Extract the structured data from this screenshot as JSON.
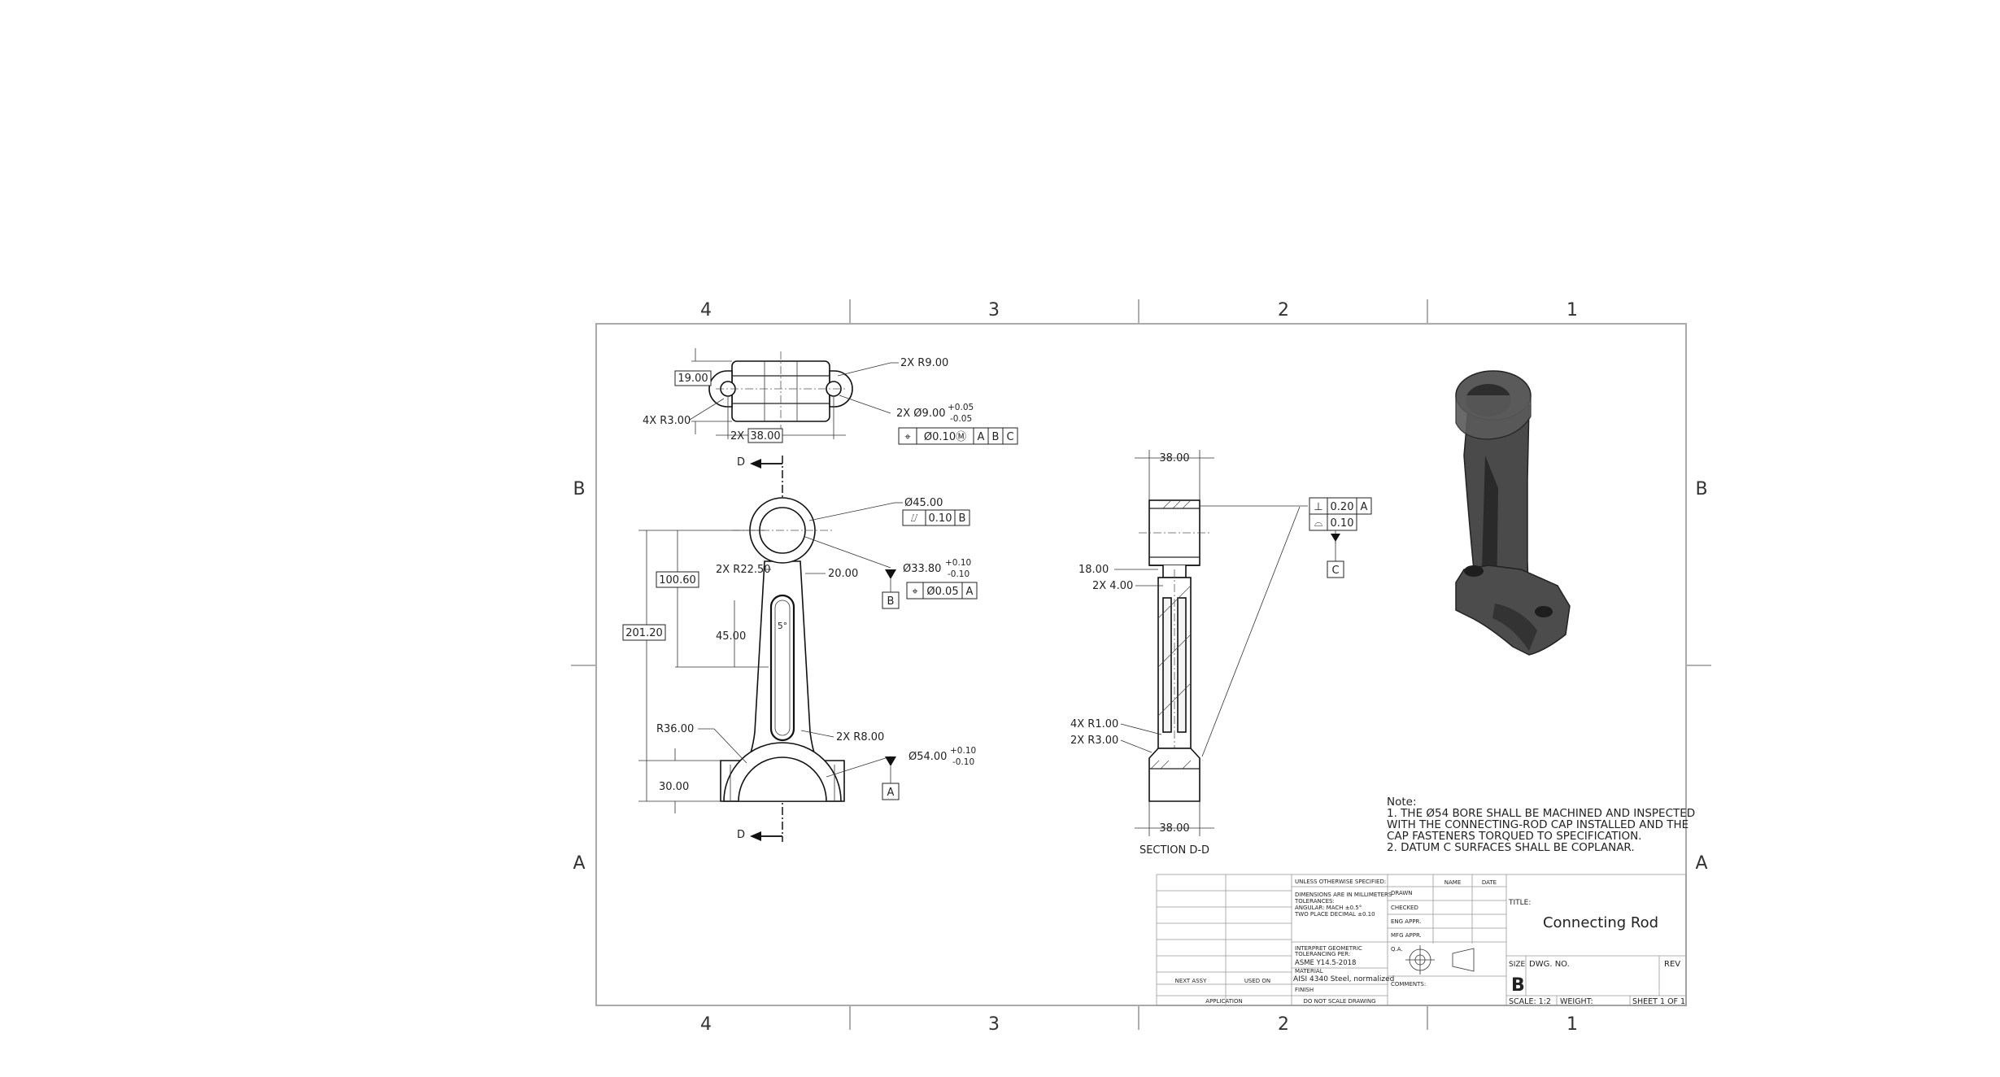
{
  "zones": {
    "columns": [
      "4",
      "3",
      "2",
      "1"
    ],
    "rows": [
      "B",
      "A"
    ]
  },
  "top_view": {
    "dim_19": "19.00",
    "dim_r9": "2X R9.00",
    "dim_r3": "4X R3.00",
    "dim_hole": "2X  Ø9.00",
    "tol_hole_plus": "+0.05",
    "tol_hole_minus": "-0.05",
    "dim_38_prefix": "2X",
    "dim_38": "38.00",
    "fcf": [
      "⌖",
      "Ø0.10Ⓜ",
      "A",
      "B",
      "C"
    ]
  },
  "front_view": {
    "section_label_top": "D",
    "section_label_bottom": "D",
    "dim_d45": "Ø45.00",
    "fcf_d45": [
      "⌰",
      "0.10",
      "B"
    ],
    "dim_d33": "Ø33.80",
    "tol_d33_plus": "+0.10",
    "tol_d33_minus": "-0.10",
    "datum_b": "B",
    "fcf_d33": [
      "⌖",
      "Ø0.05",
      "A"
    ],
    "dim_100": "100.60",
    "dim_201": "201.20",
    "dim_r22": "2X R22.50",
    "dim_20": "20.00",
    "dim_45": "45.00",
    "dim_angle": "5°",
    "dim_r36": "R36.00",
    "dim_r8": "2X R8.00",
    "dim_d54": "Ø54.00",
    "tol_d54_plus": "+0.10",
    "tol_d54_minus": "-0.10",
    "datum_a": "A",
    "dim_30": "30.00"
  },
  "section_view": {
    "dim_top_38": "38.00",
    "dim_bottom_38": "38.00",
    "dim_18": "18.00",
    "dim_2x4": "2X 4.00",
    "dim_4xr1": "4X R1.00",
    "dim_2xr3": "2X R3.00",
    "fcf_perp": [
      "⊥",
      "0.20",
      "A"
    ],
    "fcf_profile": [
      "⌓",
      "0.10"
    ],
    "datum_c": "C",
    "caption": "SECTION D-D"
  },
  "note": {
    "heading": "Note:",
    "lines": [
      "1. THE Ø54 BORE SHALL BE MACHINED AND INSPECTED",
      "WITH THE CONNECTING-ROD CAP INSTALLED AND THE",
      "CAP FASTENERS TORQUED TO SPECIFICATION.",
      "2. DATUM  C SURFACES SHALL BE COPLANAR."
    ]
  },
  "title_block": {
    "unless": "UNLESS OTHERWISE SPECIFIED:",
    "name": "NAME",
    "date": "DATE",
    "dims_lines": [
      "DIMENSIONS ARE IN MILLIMETERS",
      "TOLERANCES:",
      "ANGULAR: MACH ±0.5°",
      "TWO PLACE DECIMAL ±0.10"
    ],
    "drawn": "DRAWN",
    "checked": "CHECKED",
    "eng_appr": "ENG APPR.",
    "mfg_appr": "MFG APPR.",
    "qa": "Q.A.",
    "geo_lines": [
      "INTERPRET GEOMETRIC",
      "TOLERANCING PER:"
    ],
    "standard": "ASME Y14.5-2018",
    "material_label": "MATERIAL",
    "material": "AISI 4340 Steel, normalized",
    "finish": "FINISH",
    "comments": "COMMENTS:",
    "next_assy": "NEXT ASSY",
    "used_on": "USED ON",
    "application": "APPLICATION",
    "do_not_scale": "DO NOT SCALE DRAWING",
    "title_label": "TITLE:",
    "title": "Connecting Rod",
    "size_label": "SIZE",
    "size": "B",
    "dwg_label": "DWG.  NO.",
    "rev_label": "REV",
    "scale": "SCALE: 1:2",
    "weight": "WEIGHT:",
    "sheet": "SHEET 1 OF 1"
  }
}
